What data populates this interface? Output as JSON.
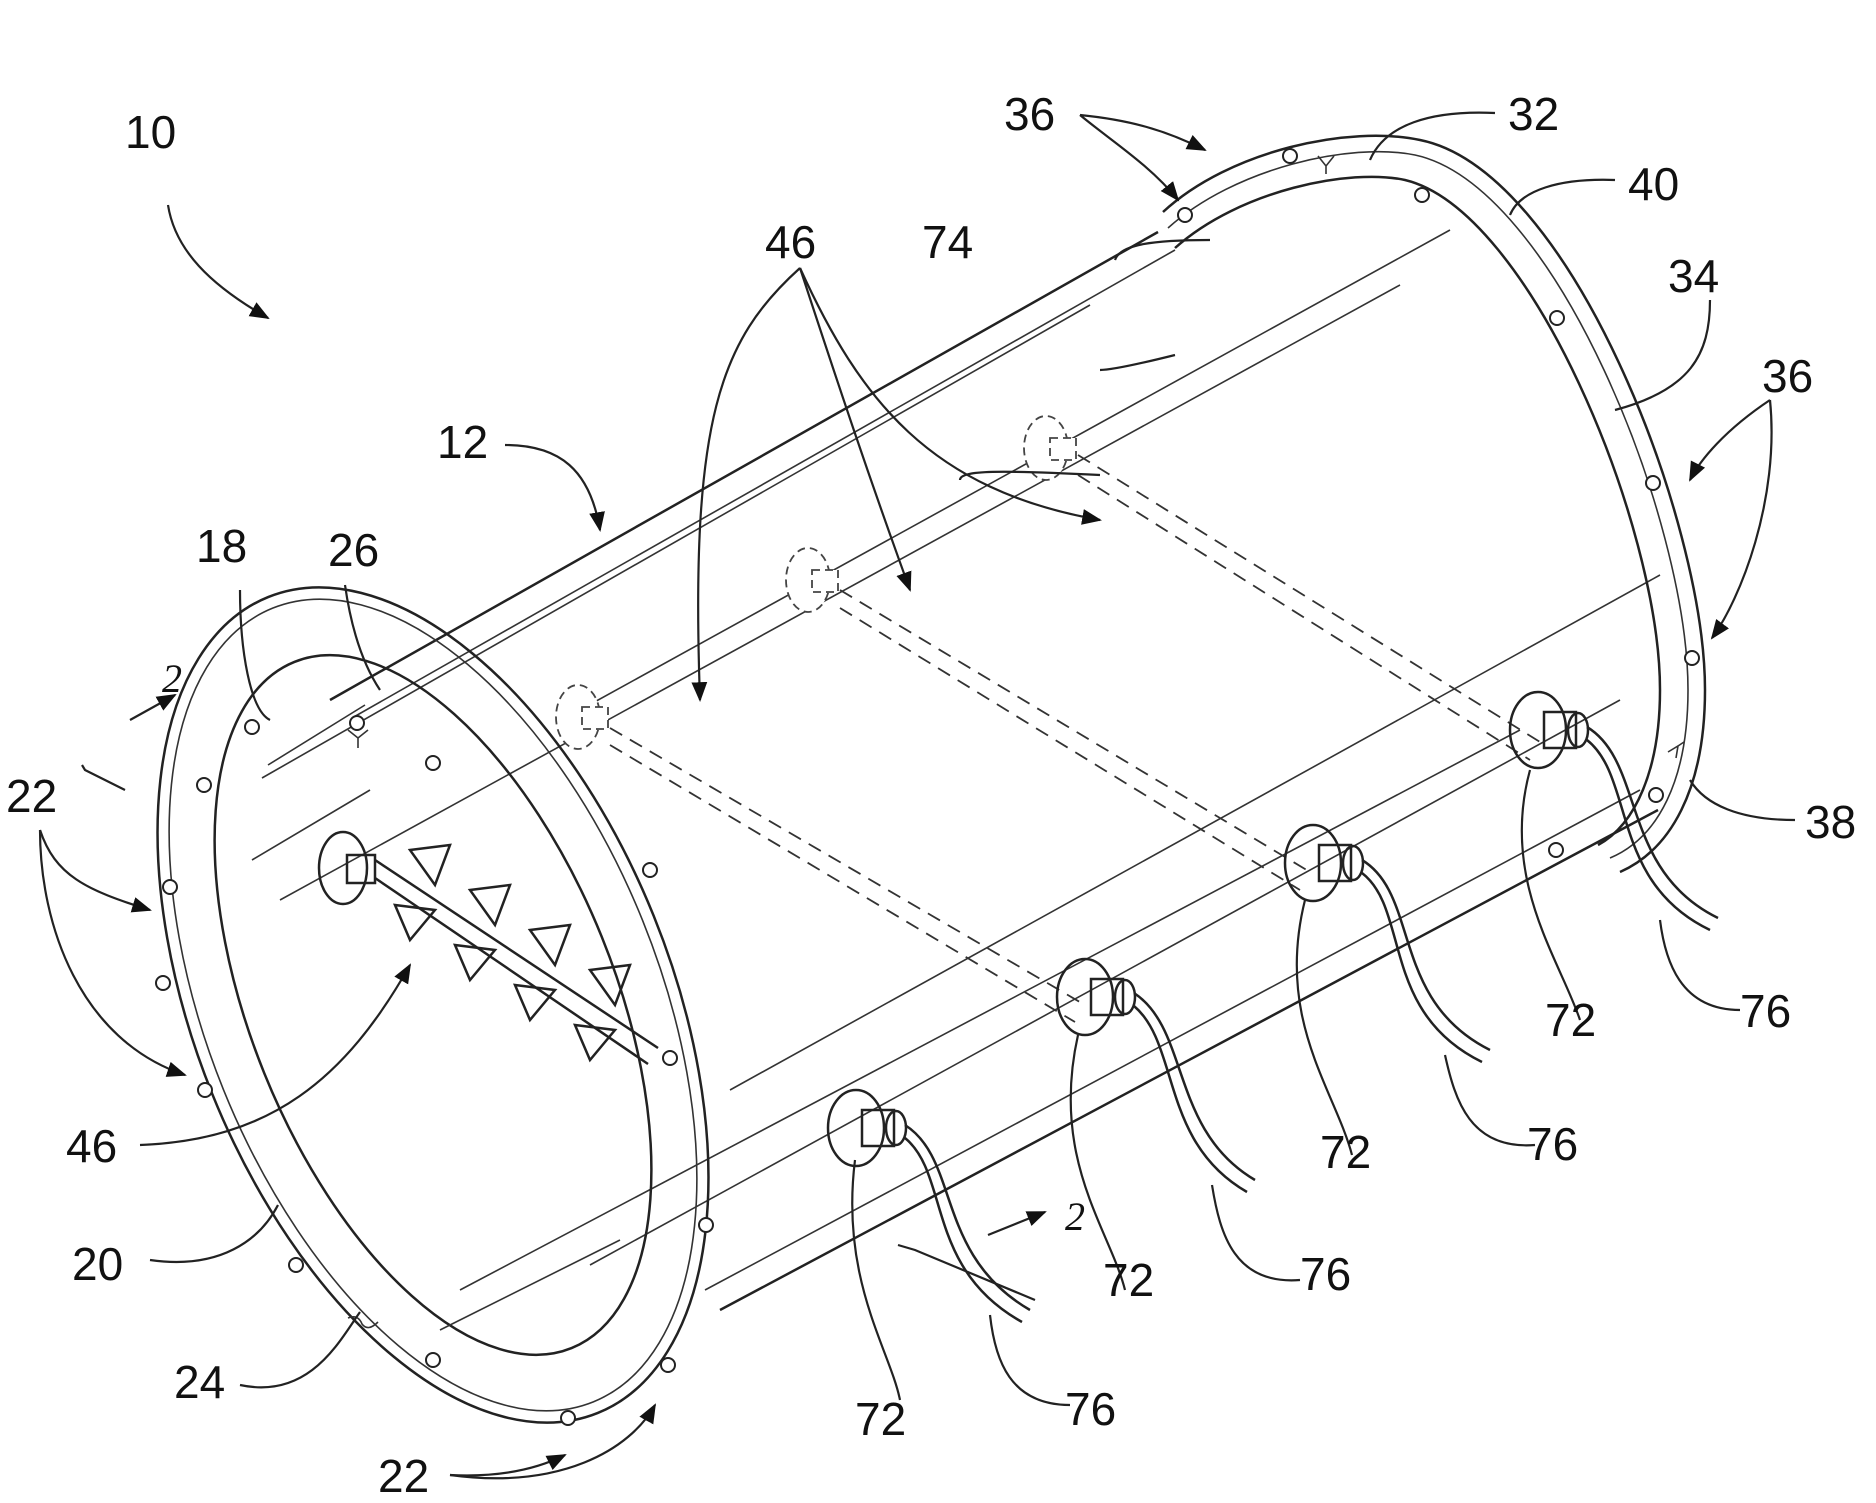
{
  "figure": {
    "labels": {
      "assembly": "10",
      "tube": "12",
      "end_flange_left": "18",
      "inner_edge_left": "20",
      "bolt_holes_left_a": "22",
      "bolt_holes_left_b": "22",
      "seal_left": "24",
      "weld_left": "26",
      "weld_right": "32",
      "inner_edge_right": "34",
      "bolt_holes_right_top": "36",
      "bolt_holes_right_side": "36",
      "seal_right": "38",
      "end_flange_right": "40",
      "elements_top": "46",
      "elements_left": "46",
      "interior": "74",
      "connector_1": "72",
      "connector_2": "72",
      "connector_3": "72",
      "connector_4": "72",
      "cable_1": "76",
      "cable_2": "76",
      "cable_3": "76",
      "cable_4": "76",
      "section_mark_left": "2",
      "section_mark_right": "2"
    }
  }
}
